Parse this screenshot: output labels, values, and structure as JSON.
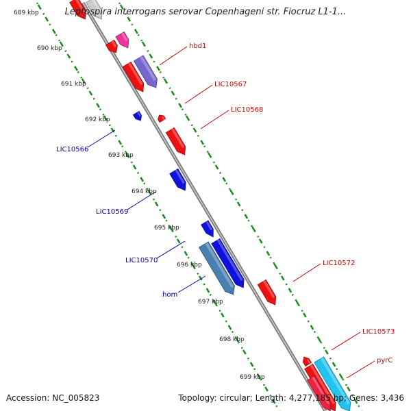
{
  "title": "Leptospira interrogans serovar Copenhageni str. Fiocruz L1-1...",
  "footer": {
    "accession": "Accession: NC_005823",
    "topology": "Topology: circular; Length: 4,277,185 bp; Genes: 3,436"
  },
  "scale_labels": [
    "689 kbp",
    "690 kbp",
    "691 kbp",
    "692 kbp",
    "693 kbp",
    "694 kbp",
    "695 kbp",
    "696 kbp",
    "697 kbp",
    "698 kbp",
    "699 kbp"
  ],
  "gene_labels": {
    "forward": [
      "hbd1",
      "LIC10567",
      "LIC10568",
      "LIC10572",
      "LIC10573",
      "pyrC"
    ],
    "reverse": [
      "LIC10566",
      "LIC10569",
      "LIC10570",
      "hom"
    ]
  },
  "colors": {
    "forward_cds": "#ee1111",
    "reverse_cds": "#1111dd",
    "forward_label": "#cc0000",
    "reverse_label": "#0000aa",
    "backbone": "#8a8a8a",
    "tick": "#1a8a1a",
    "pink": "#ee3399",
    "purple": "#7766cc",
    "steelblue": "#4a7fb0",
    "cyan": "#22c4ee"
  }
}
